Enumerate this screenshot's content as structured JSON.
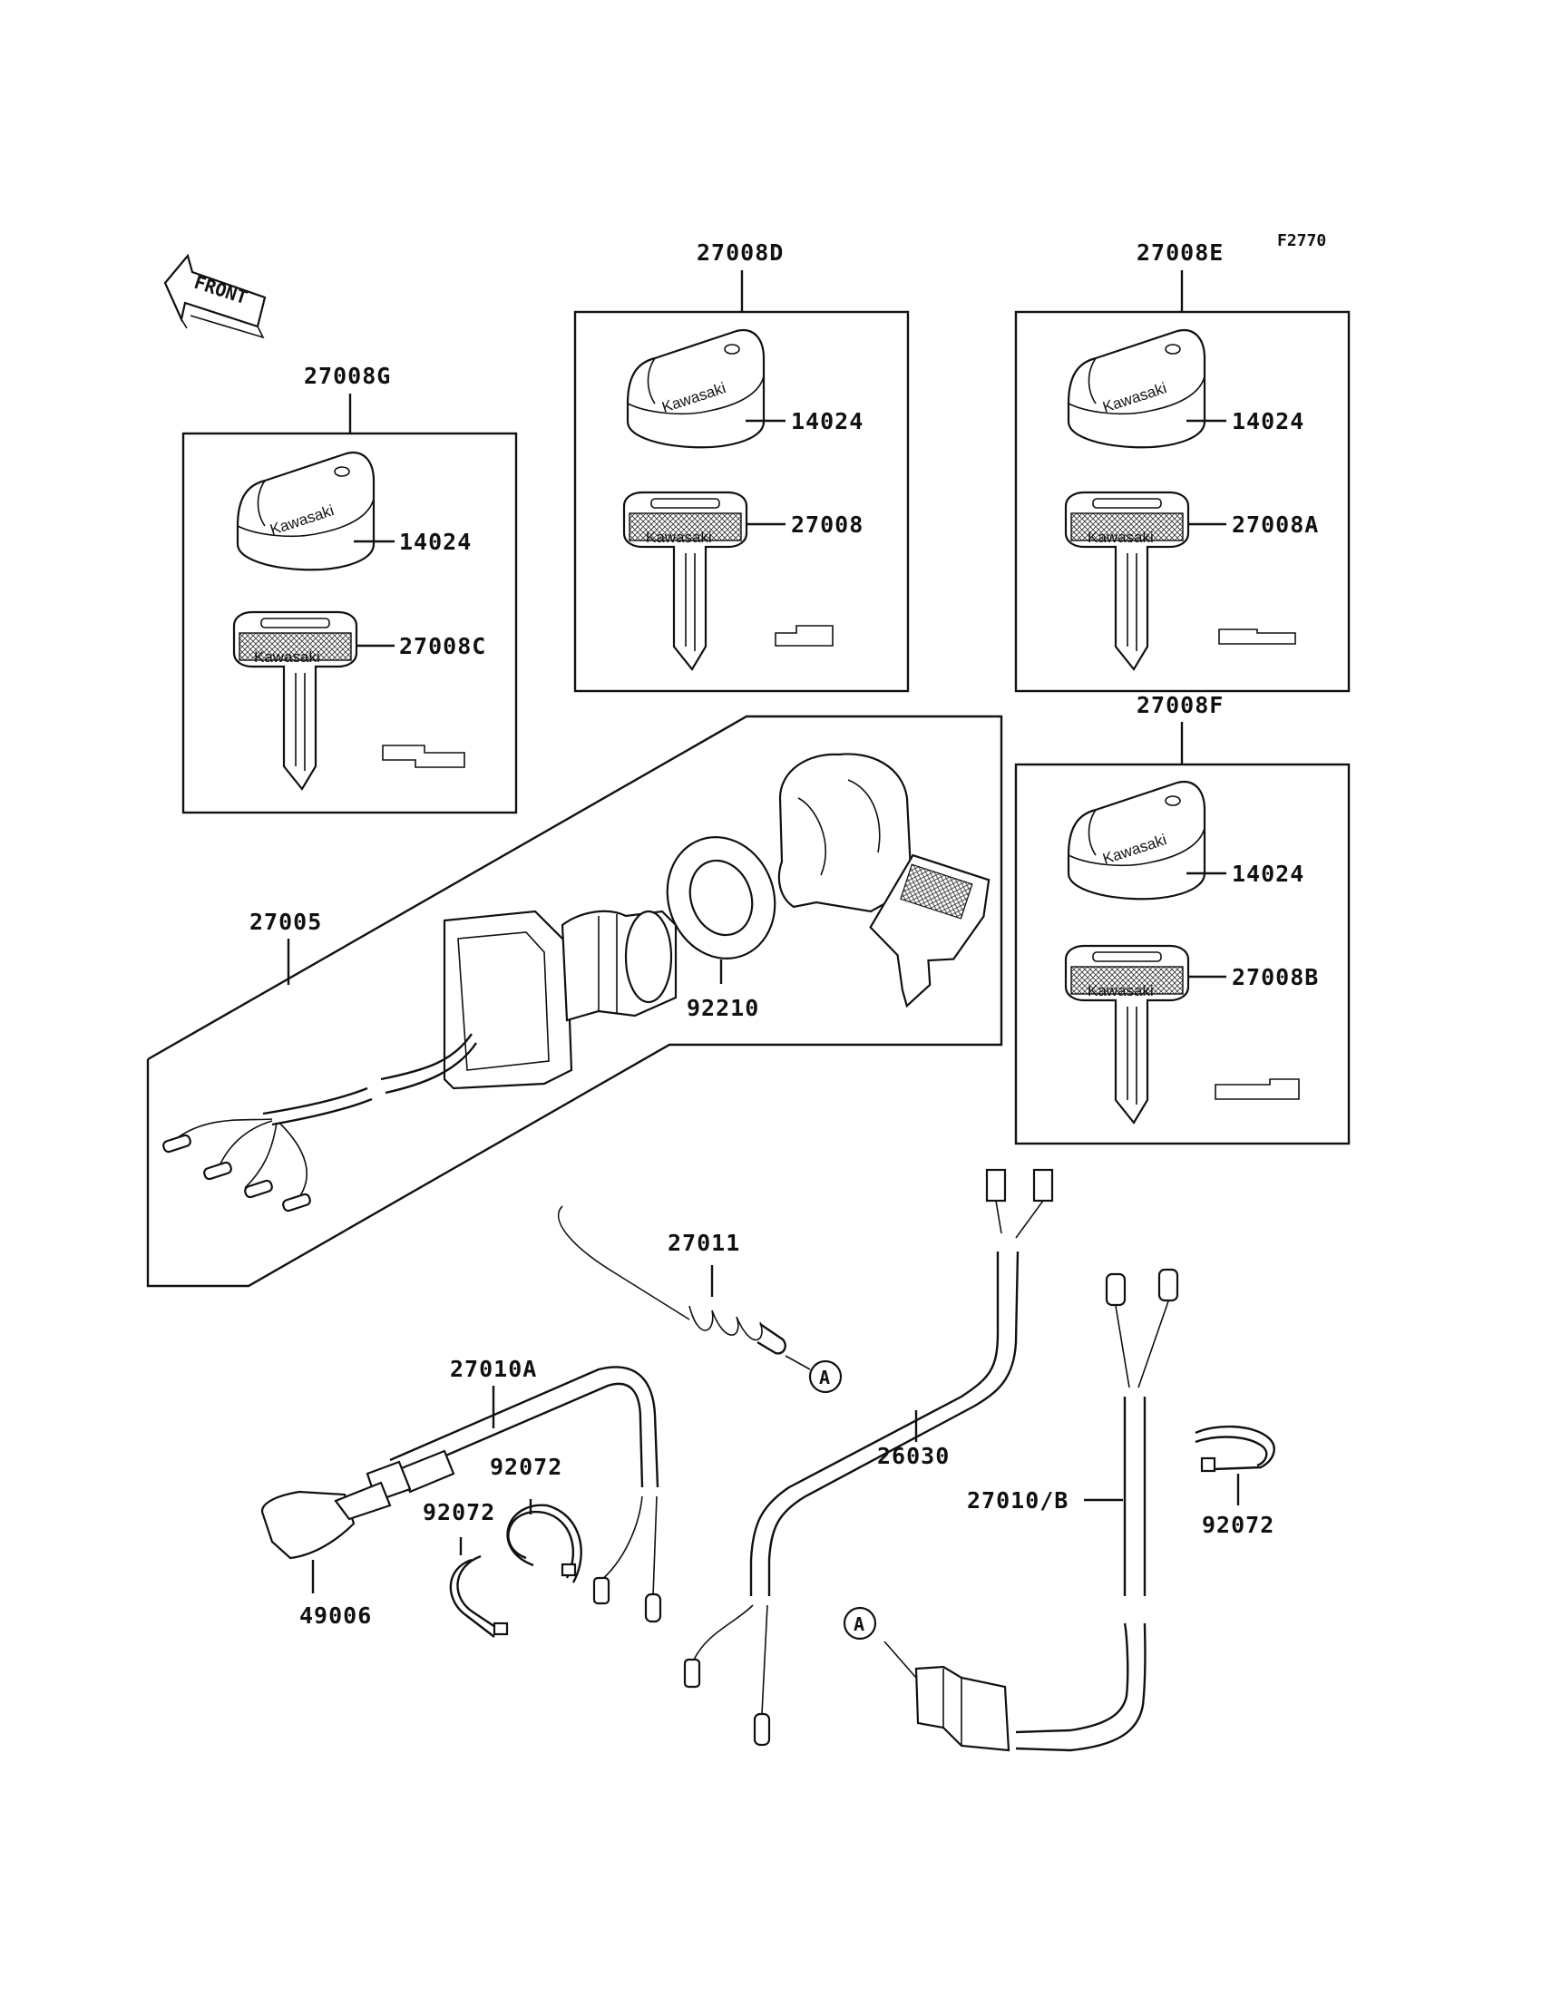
{
  "figure_code": "F2770",
  "front_marker": "FRONT",
  "brand_text": "Kawasaki",
  "key_sets": {
    "g": {
      "set_no": "27008G",
      "knob_no": "14024",
      "key_no": "27008C"
    },
    "d": {
      "set_no": "27008D",
      "knob_no": "14024",
      "key_no": "27008"
    },
    "e": {
      "set_no": "27008E",
      "knob_no": "14024",
      "key_no": "27008A"
    },
    "f": {
      "set_no": "27008F",
      "knob_no": "14024",
      "key_no": "27008B"
    }
  },
  "parts": {
    "ignition_switch": "27005",
    "nut": "92210",
    "spring": "27011",
    "switch_a": "27010A",
    "clamp_1": "92072",
    "clamp_2": "92072",
    "clamp_3": "92072",
    "harness": "26030",
    "switch_b": "27010/B",
    "bracket": "49006"
  },
  "reference_marker": "A"
}
